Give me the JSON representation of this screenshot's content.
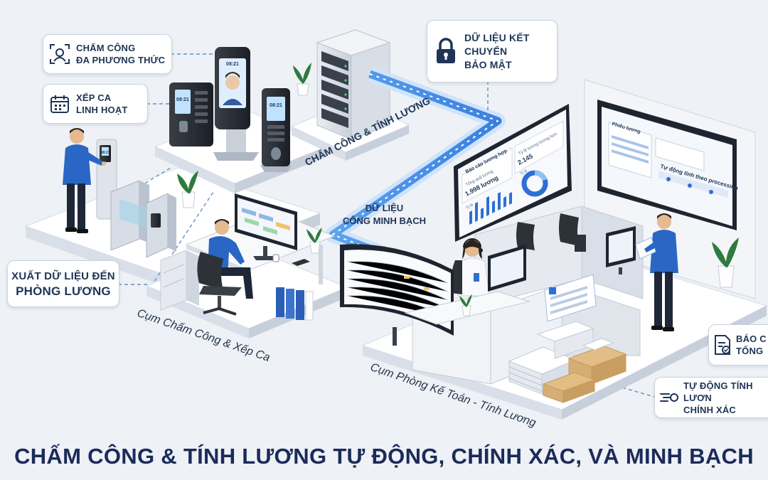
{
  "callouts": {
    "multi_attendance": {
      "line1": "Chấm công",
      "line2": "đa phương thức"
    },
    "flexible_shift": {
      "line1": "Xếp ca",
      "line2": "linh hoạt"
    },
    "secure_transfer": {
      "line1": "Dữ liệu kết chuyển",
      "line2": "bảo mật"
    },
    "export_payroll": {
      "line1": "Xuất dữ liệu đến",
      "line2": "phòng lương"
    },
    "summary_report": {
      "line1": "Báo c",
      "line2": "tổng"
    },
    "auto_payroll": {
      "line1": "Tự động tính lươn",
      "line2": "chính xác"
    }
  },
  "flow_labels": {
    "attendance_payroll": "Chấm công & Tính lương",
    "transparent_data_line1": "Dữ liệu",
    "transparent_data_line2": "công minh bạch"
  },
  "zones": {
    "attendance_zone": "Cụm Chấm Công & Xếp Ca",
    "accounting_zone": "Cụm Phòng Kế Toán - Tính Lương"
  },
  "dashboard": {
    "title": "Báo cáo lương hợp",
    "total_label": "Tổng quỹ lương",
    "total_value": "1.998 lương",
    "metric_label": "Tỷ lệ tương lương hơn",
    "metric_value": "2.145",
    "chart_label": "Tỷ lệ",
    "donut_label": "Tỷ lệ"
  },
  "wall_screen": {
    "title": "Phiếu lương",
    "process_label": "Tự động tính theo processing"
  },
  "device_screens": {
    "terminal_time": "08:21",
    "face_terminal_time": "08:21",
    "turnstile_time": "08:21"
  },
  "bottom_title": "CHẤM CÔNG & TÍNH LƯƠNG TỰ ĐỘNG, CHÍNH XÁC, VÀ MINH BẠCH",
  "colors": {
    "navy": "#1b2b5a",
    "accent_blue": "#2e6fd6",
    "shirt_blue": "#2a66c4",
    "floor": "#f4f6f9"
  }
}
